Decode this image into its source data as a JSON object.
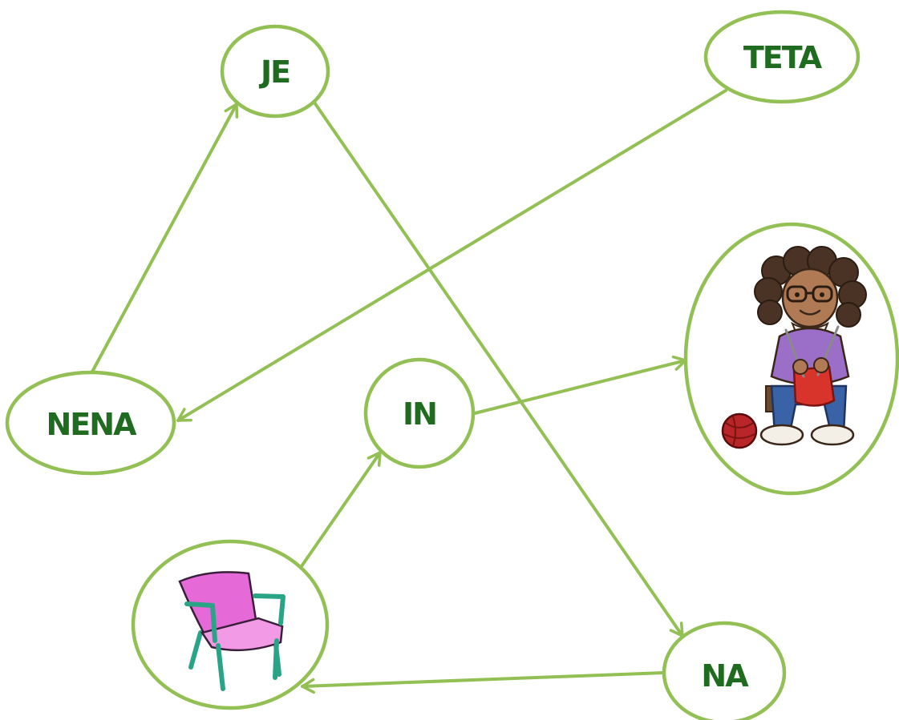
{
  "colors": {
    "stroke": "#93c054",
    "text": "#1f6b1f"
  },
  "nodes": {
    "je": {
      "label": "JE"
    },
    "teta": {
      "label": "TETA"
    },
    "nena": {
      "label": "NENA"
    },
    "in": {
      "label": "IN"
    },
    "na": {
      "label": "NA"
    },
    "grandma": {
      "label": "",
      "icon": "grandmother-knitting-picture"
    },
    "chair": {
      "label": "",
      "icon": "armchair-picture"
    }
  },
  "edges": [
    {
      "from": "nena",
      "to": "je"
    },
    {
      "from": "teta",
      "to": "nena"
    },
    {
      "from": "je",
      "to": "na"
    },
    {
      "from": "in",
      "to": "grandma"
    },
    {
      "from": "chair",
      "to": "in"
    },
    {
      "from": "na",
      "to": "chair"
    }
  ]
}
